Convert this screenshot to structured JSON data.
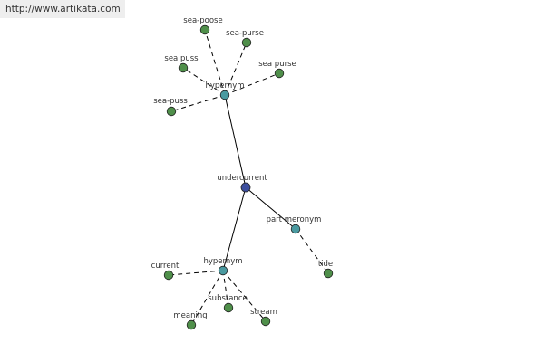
{
  "watermark": "http://www.artikata.com",
  "colors": {
    "center_node": "#3d4f9e",
    "relation_node": "#4a9aa0",
    "leaf_node": "#4f8f4a",
    "node_stroke": "#222222",
    "edge": "#000000"
  },
  "nodes": [
    {
      "id": "undercurrent",
      "label": "undercurrent",
      "kind": "center"
    },
    {
      "id": "hypernym-top",
      "label": "hypernym",
      "kind": "relation"
    },
    {
      "id": "hypernym-bottom",
      "label": "hypernym",
      "kind": "relation"
    },
    {
      "id": "part-meronym",
      "label": "part meronym",
      "kind": "relation"
    },
    {
      "id": "sea-poose",
      "label": "sea-poose",
      "kind": "leaf"
    },
    {
      "id": "sea-purse-1",
      "label": "sea-purse",
      "kind": "leaf"
    },
    {
      "id": "sea-puss-1",
      "label": "sea puss",
      "kind": "leaf"
    },
    {
      "id": "sea-purse-2",
      "label": "sea purse",
      "kind": "leaf"
    },
    {
      "id": "sea-puss-2",
      "label": "sea-puss",
      "kind": "leaf"
    },
    {
      "id": "current",
      "label": "current",
      "kind": "leaf"
    },
    {
      "id": "substance",
      "label": "substance",
      "kind": "leaf"
    },
    {
      "id": "meaning",
      "label": "meaning",
      "kind": "leaf"
    },
    {
      "id": "stream",
      "label": "stream",
      "kind": "leaf"
    },
    {
      "id": "tide",
      "label": "tide",
      "kind": "leaf"
    }
  ],
  "edges": [
    {
      "from": "undercurrent",
      "to": "hypernym-top",
      "style": "solid"
    },
    {
      "from": "undercurrent",
      "to": "hypernym-bottom",
      "style": "solid"
    },
    {
      "from": "undercurrent",
      "to": "part-meronym",
      "style": "solid"
    },
    {
      "from": "hypernym-top",
      "to": "sea-poose",
      "style": "dashed"
    },
    {
      "from": "hypernym-top",
      "to": "sea-purse-1",
      "style": "dashed"
    },
    {
      "from": "hypernym-top",
      "to": "sea-puss-1",
      "style": "dashed"
    },
    {
      "from": "hypernym-top",
      "to": "sea-purse-2",
      "style": "dashed"
    },
    {
      "from": "hypernym-top",
      "to": "sea-puss-2",
      "style": "dashed"
    },
    {
      "from": "hypernym-bottom",
      "to": "current",
      "style": "dashed"
    },
    {
      "from": "hypernym-bottom",
      "to": "substance",
      "style": "dashed"
    },
    {
      "from": "hypernym-bottom",
      "to": "meaning",
      "style": "dashed"
    },
    {
      "from": "hypernym-bottom",
      "to": "stream",
      "style": "dashed"
    },
    {
      "from": "part-meronym",
      "to": "tide",
      "style": "dashed"
    }
  ]
}
